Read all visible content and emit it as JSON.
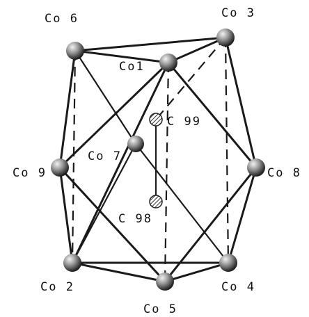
{
  "diagram": {
    "atoms": {
      "co1": {
        "label": "Co1",
        "display": "Co1"
      },
      "co2": {
        "label": "Co2",
        "display": "Co 2"
      },
      "co3": {
        "label": "Co3",
        "display": "Co 3"
      },
      "co4": {
        "label": "Co4",
        "display": "Co 4"
      },
      "co5": {
        "label": "Co5",
        "display": "Co 5"
      },
      "co6": {
        "label": "Co6",
        "display": "Co 6"
      },
      "co7": {
        "label": "Co7",
        "display": "Co 7"
      },
      "co8": {
        "label": "Co8",
        "display": "Co 8"
      },
      "co9": {
        "label": "Co9",
        "display": "Co 9"
      },
      "c98": {
        "label": "C98",
        "display": "C 98"
      },
      "c99": {
        "label": "C99",
        "display": "C 99"
      }
    },
    "colors": {
      "bond": "#1a1a1a",
      "atom_fill": "#d8d8d8",
      "atom_dark": "#2a2a2a",
      "carbon_hatch": "#333333"
    }
  }
}
